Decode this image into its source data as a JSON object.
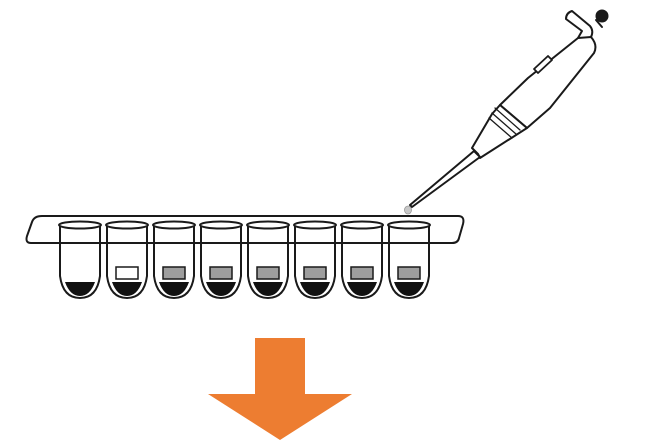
{
  "diagram": {
    "tube_count": 8,
    "tubes": [
      {
        "pellet": true,
        "liquid": "none"
      },
      {
        "pellet": true,
        "liquid": "clear"
      },
      {
        "pellet": true,
        "liquid": "gray"
      },
      {
        "pellet": true,
        "liquid": "gray"
      },
      {
        "pellet": true,
        "liquid": "gray"
      },
      {
        "pellet": true,
        "liquid": "gray"
      },
      {
        "pellet": true,
        "liquid": "gray"
      },
      {
        "pellet": true,
        "liquid": "gray"
      }
    ],
    "pipette": {
      "dispensing": true,
      "target_tube": 8
    },
    "arrow": {
      "direction": "down"
    }
  },
  "colors": {
    "stroke": "#1a1a1a",
    "pellet": "#111111",
    "liquid_gray": "#9e9e9e",
    "liquid_clear": "#ffffff",
    "arrow": "#ed7d31",
    "droplet": "#c8c8c8"
  }
}
